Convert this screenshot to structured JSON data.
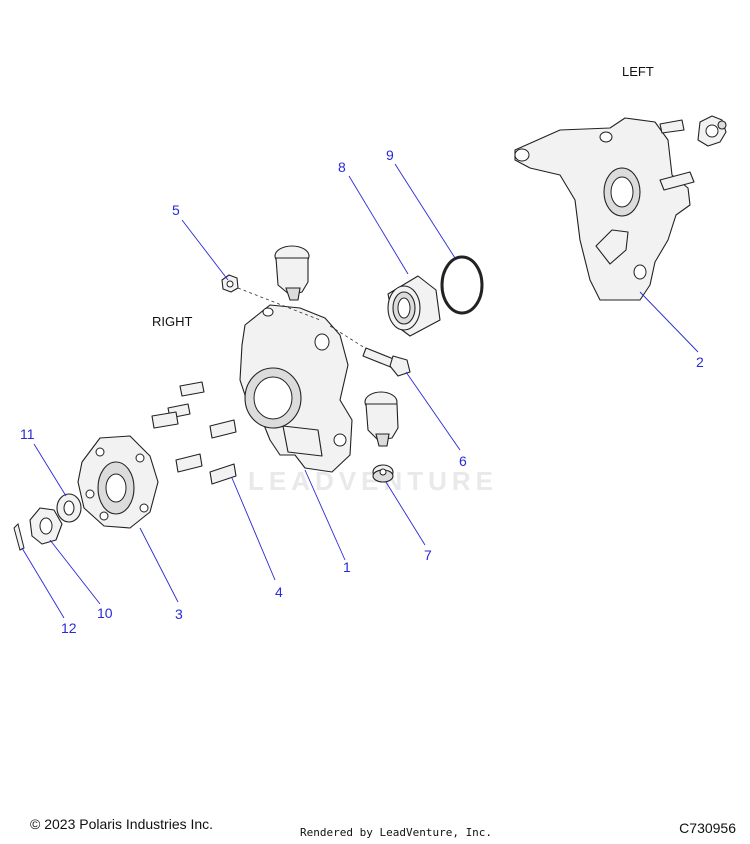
{
  "labels": {
    "left": "LEFT",
    "right": "RIGHT"
  },
  "watermark": "LEADVENTURE",
  "callouts": [
    "1",
    "2",
    "3",
    "4",
    "5",
    "6",
    "7",
    "8",
    "9",
    "10",
    "11",
    "12"
  ],
  "footer": {
    "copyright": "© 2023 Polaris Industries Inc.",
    "rendered_by": "Rendered by LeadVenture, Inc.",
    "diagram_code": "C730956"
  },
  "colors": {
    "callout": "#2a2ad6",
    "line": "#222222"
  }
}
